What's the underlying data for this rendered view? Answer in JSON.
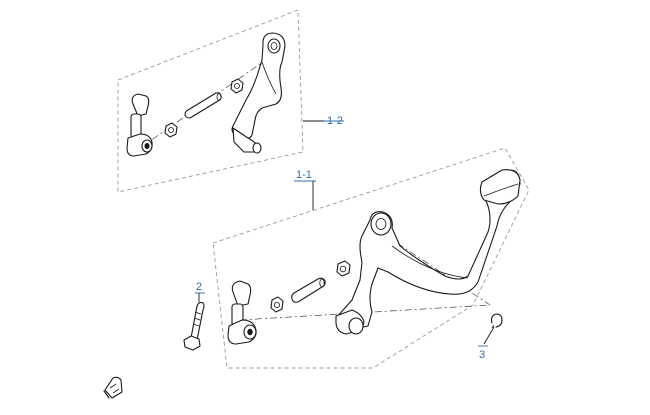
{
  "diagram": {
    "callouts": [
      {
        "id": "c12",
        "label": "1-2"
      },
      {
        "id": "c11",
        "label": "1-1"
      },
      {
        "id": "c2",
        "label": "2"
      },
      {
        "id": "c3",
        "label": "3"
      }
    ],
    "colors": {
      "callout": "#2f6fa6",
      "line": "#1a1a1a",
      "group_border": "#9a9a9a"
    },
    "icons": [
      "front-direction-icon"
    ]
  }
}
